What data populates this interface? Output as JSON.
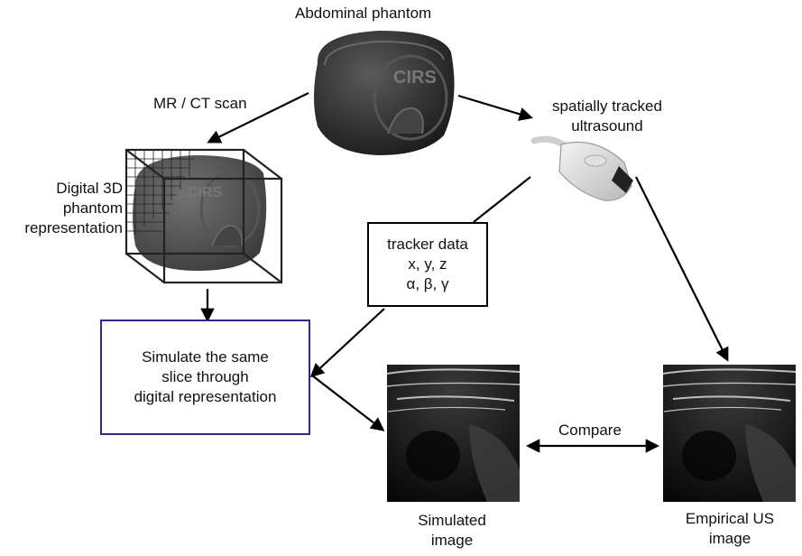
{
  "phantom": {
    "label": "Abdominal phantom",
    "logo_text": "CIRS"
  },
  "scan": {
    "label": "MR / CT scan"
  },
  "digital": {
    "lines": [
      "Digital 3D",
      "phantom",
      "representation"
    ]
  },
  "tracked_us": {
    "lines": [
      "spatially tracked",
      "ultrasound"
    ]
  },
  "tracker_box": {
    "lines": [
      "tracker data",
      "x, y, z",
      "α, β, γ"
    ]
  },
  "simulate_box": {
    "lines": [
      "Simulate the same",
      "slice through",
      "digital representation"
    ],
    "border_color": "#2e2a8a"
  },
  "compare": {
    "label": "Compare"
  },
  "simulated": {
    "lines": [
      "Simulated",
      "image"
    ]
  },
  "empirical": {
    "lines": [
      "Empirical US",
      "image"
    ]
  },
  "colors": {
    "arrow": "#000000",
    "phantom_body": "#3a3a3a",
    "us_image_bg": "#0e0e0e"
  }
}
